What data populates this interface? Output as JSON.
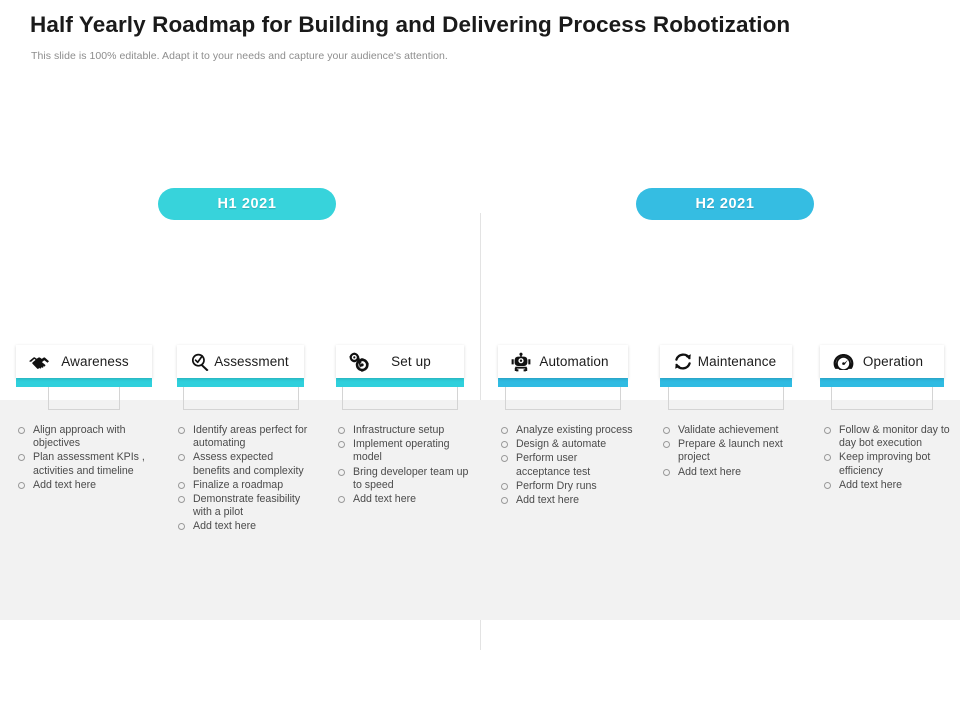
{
  "slide": {
    "title": "Half Yearly Roadmap for Building and Delivering Process Robotization",
    "subtitle": "This slide is 100% editable. Adapt it to your needs and capture your audience's attention."
  },
  "colors": {
    "pill_h1": "#37d3db",
    "pill_h2": "#35bde2",
    "bar_cyan": "#2fd0dc",
    "bar_blue": "#2fbbe2",
    "panel_bg": "#f2f2f2",
    "divider": "#e3e3e3",
    "title_text": "#1a1a1a",
    "subtitle_text": "#8d8d8d",
    "bullet_text": "#4b4b4b"
  },
  "phases": [
    {
      "label": "H1 2021"
    },
    {
      "label": "H2 2021"
    }
  ],
  "columns": [
    {
      "label": "Awareness",
      "icon": "handshake-icon",
      "bar_color": "#2fd0dc",
      "bullets": [
        "Align approach with objectives",
        "Plan assessment KPIs , activities and timeline",
        "Add text here"
      ]
    },
    {
      "label": "Assessment",
      "icon": "magnifier-check-icon",
      "bar_color": "#2fd0dc",
      "bullets": [
        "Identify areas perfect for automating",
        "Assess expected benefits and complexity",
        "Finalize a roadmap",
        "Demonstrate feasibility with a pilot",
        "Add text here"
      ]
    },
    {
      "label": "Set up",
      "icon": "gears-icon",
      "bar_color": "#2fd0dc",
      "bullets": [
        "Infrastructure setup",
        "Implement operating model",
        "Bring developer team up to speed",
        "Add text here"
      ]
    },
    {
      "label": "Automation",
      "icon": "robot-icon",
      "bar_color": "#2fbbe2",
      "bullets": [
        "Analyze  existing process",
        "Design & automate",
        "Perform user acceptance test",
        "Perform Dry runs",
        "Add text here"
      ]
    },
    {
      "label": "Maintenance",
      "icon": "refresh-cycle-icon",
      "bar_color": "#2fbbe2",
      "bullets": [
        "Validate achievement",
        "Prepare & launch next project",
        "Add text here"
      ]
    },
    {
      "label": "Operation",
      "icon": "speedometer-icon",
      "bar_color": "#2fbbe2",
      "bullets": [
        "Follow & monitor day to day bot execution",
        "Keep improving bot efficiency",
        "Add text here"
      ]
    }
  ]
}
